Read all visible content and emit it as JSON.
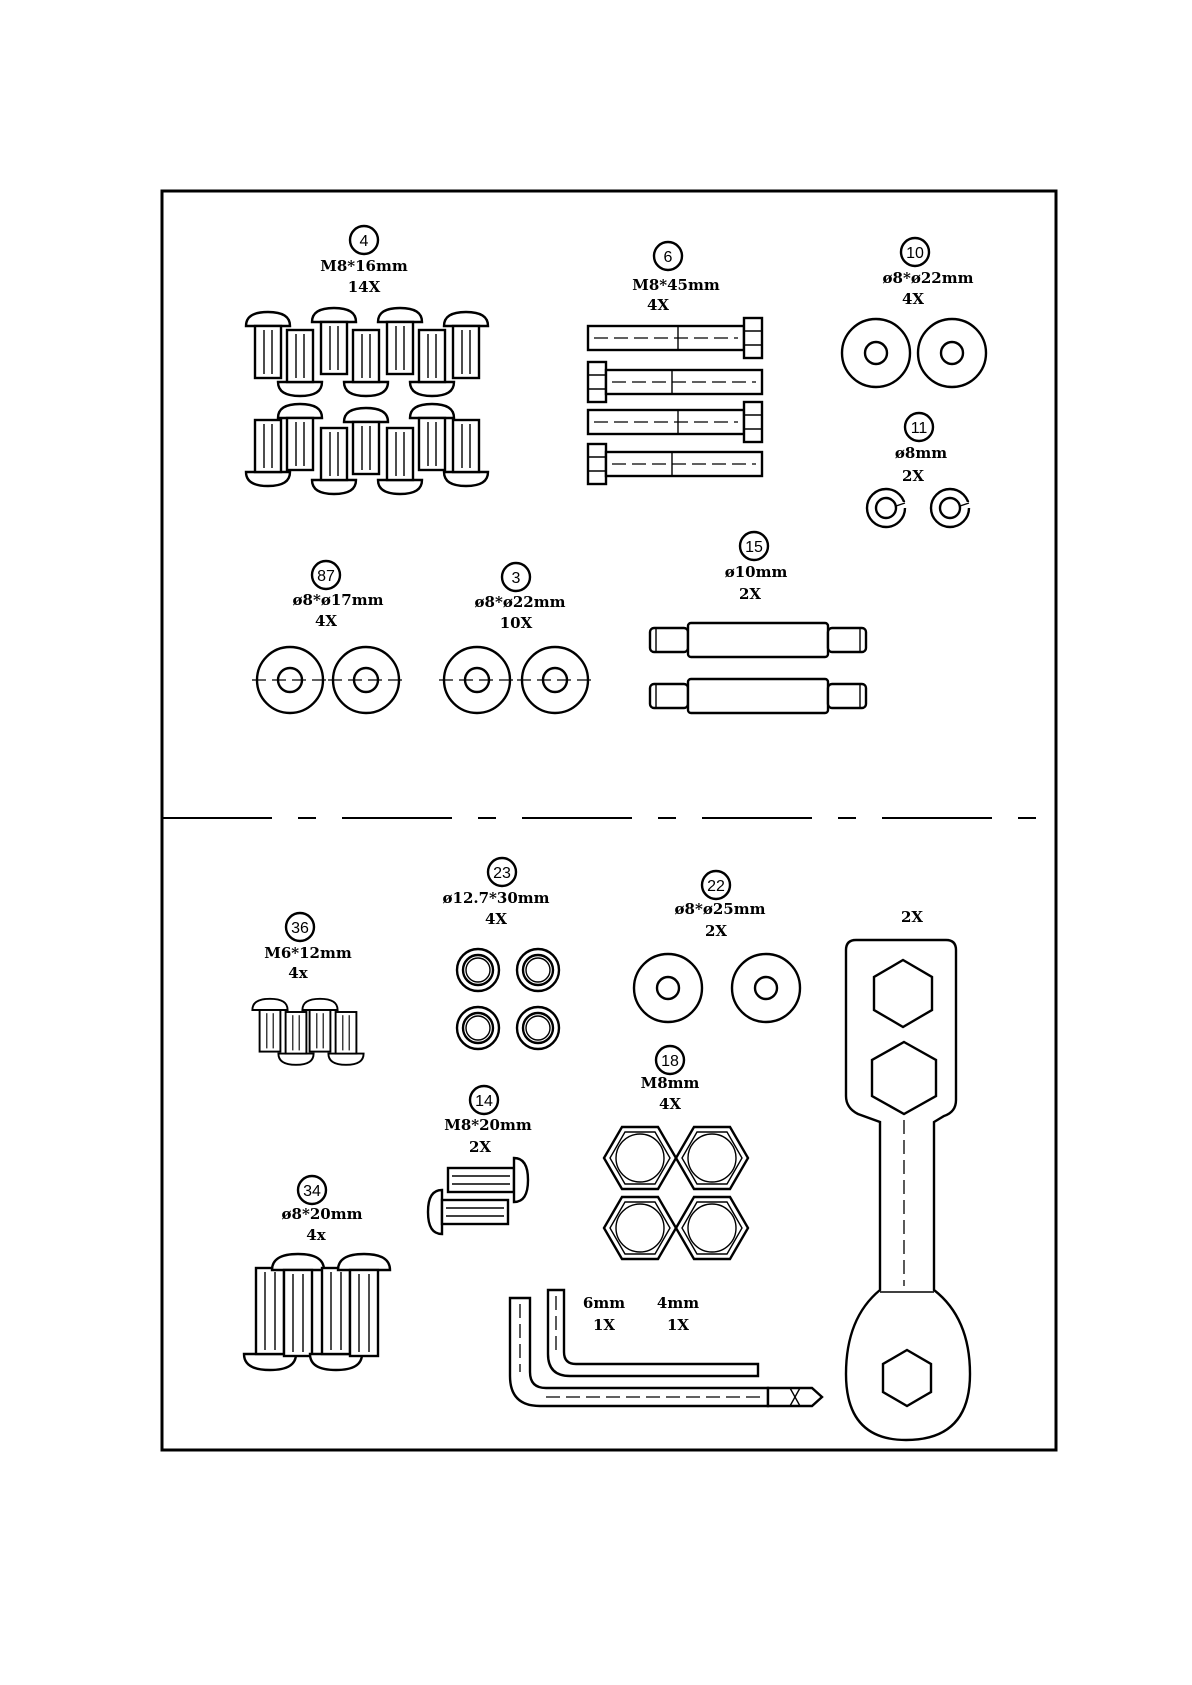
{
  "parts": [
    {
      "id": "p4",
      "number": "4",
      "spec": "M8*16mm",
      "qty": "14X",
      "icon": "button-head-bolt-icon"
    },
    {
      "id": "p6",
      "number": "6",
      "spec": "M8*45mm",
      "qty": "4X",
      "icon": "hex-bolt-icon"
    },
    {
      "id": "p10",
      "number": "10",
      "spec": "ø8*ø22mm",
      "qty": "4X",
      "icon": "flat-washer-icon"
    },
    {
      "id": "p11",
      "number": "11",
      "spec": "ø8mm",
      "qty": "2X",
      "icon": "spring-washer-icon"
    },
    {
      "id": "p87",
      "number": "87",
      "spec": "ø8*ø17mm",
      "qty": "4X",
      "icon": "curved-washer-icon"
    },
    {
      "id": "p3",
      "number": "3",
      "spec": "ø8*ø22mm",
      "qty": "10X",
      "icon": "curved-washer-icon"
    },
    {
      "id": "p15",
      "number": "15",
      "spec": "ø10mm",
      "qty": "2X",
      "icon": "axle-pin-icon"
    },
    {
      "id": "p23",
      "number": "23",
      "spec": "ø12.7*30mm",
      "qty": "4X",
      "icon": "bushing-icon"
    },
    {
      "id": "p22",
      "number": "22",
      "spec": "ø8*ø25mm",
      "qty": "2X",
      "icon": "flat-washer-icon"
    },
    {
      "id": "p36",
      "number": "36",
      "spec": "M6*12mm",
      "qty": "4x",
      "icon": "button-head-bolt-icon"
    },
    {
      "id": "p18",
      "number": "18",
      "spec": "M8mm",
      "qty": "4X",
      "icon": "hex-nut-icon"
    },
    {
      "id": "p14",
      "number": "14",
      "spec": "M8*20mm",
      "qty": "2X",
      "icon": "button-head-bolt-icon"
    },
    {
      "id": "p34",
      "number": "34",
      "spec": "ø8*20mm",
      "qty": "4x",
      "icon": "button-head-bolt-icon"
    }
  ],
  "tools": {
    "wrench_qty": "2X",
    "allen_6_size": "6mm",
    "allen_6_qty": "1X",
    "allen_4_size": "4mm",
    "allen_4_qty": "1X"
  }
}
